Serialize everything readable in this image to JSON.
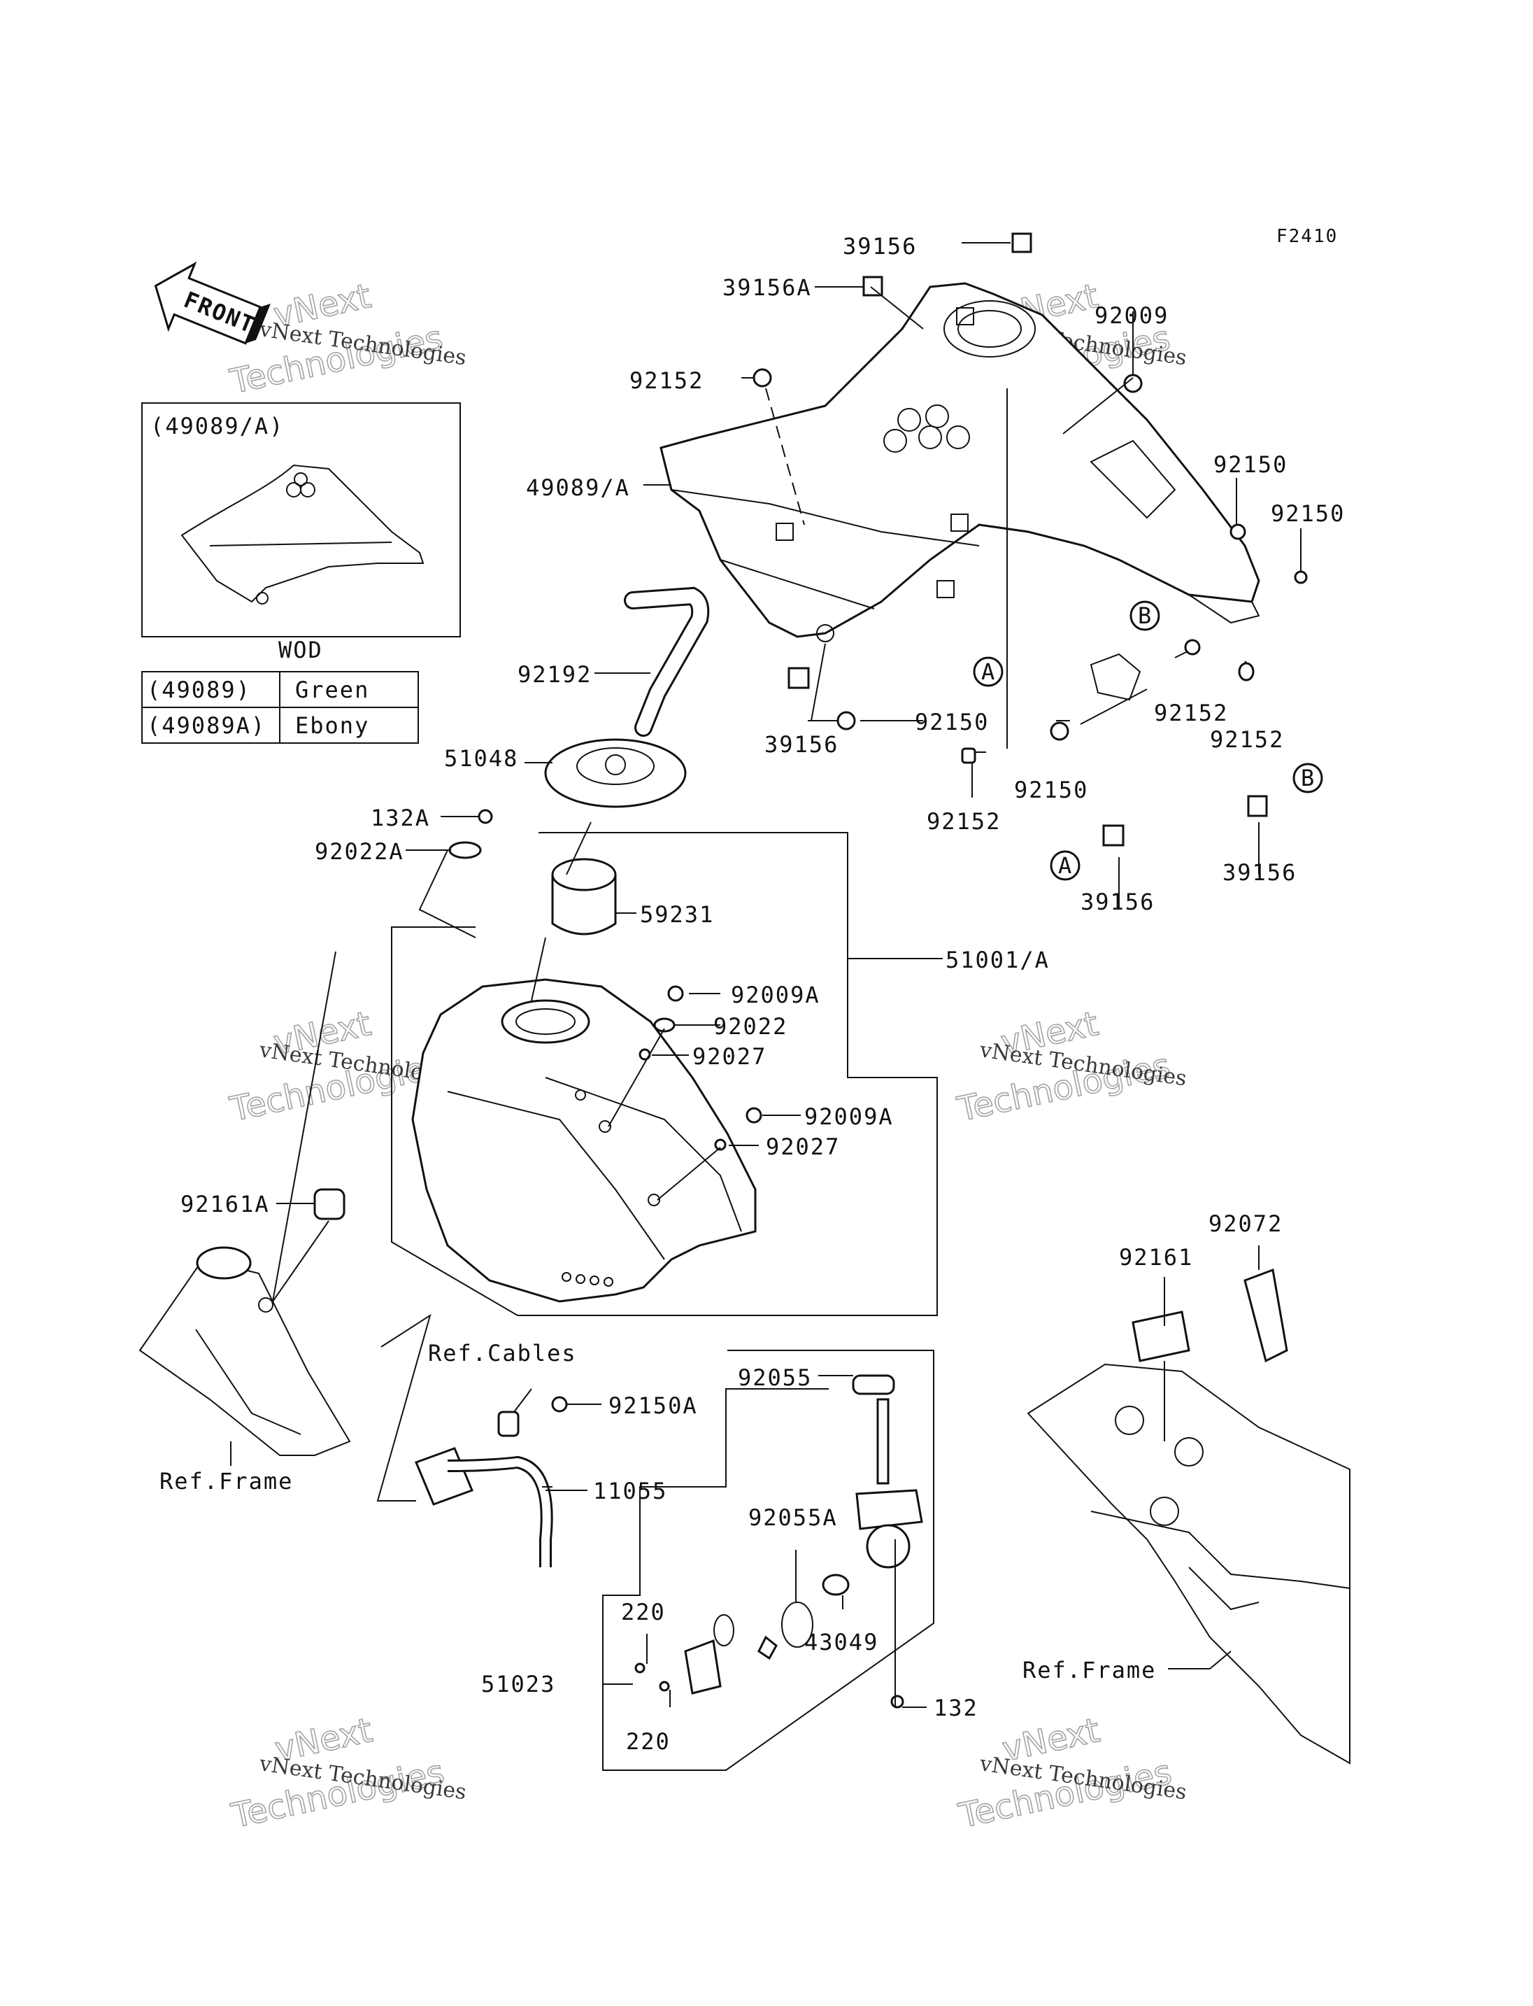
{
  "diagram_code": "F2410",
  "front_label": "FRONT",
  "watermark": {
    "company": "vNext Technologies",
    "brand_line1": "vNext",
    "brand_line2": "Technologies"
  },
  "inset": {
    "title": "(49089/A)",
    "caption": "WOD"
  },
  "color_table": [
    {
      "part": "(49089)",
      "color": "Green"
    },
    {
      "part": "(49089A)",
      "color": "Ebony"
    }
  ],
  "callouts": {
    "c39156_top": "39156",
    "c39156A": "39156A",
    "c92009": "92009",
    "c92152_top": "92152",
    "c49089A": "49089/A",
    "c92150_r1": "92150",
    "c92150_r2": "92150",
    "c92192": "92192",
    "c39156_mid": "39156",
    "c92150_mid": "92150",
    "c92152_r1": "92152",
    "c92152_r2": "92152",
    "c51048": "51048",
    "c92152_low": "92152",
    "c92150_low": "92150",
    "c132A": "132A",
    "c92022A": "92022A",
    "c39156_a": "39156",
    "c39156_b": "39156",
    "c59231": "59231",
    "c51001A": "51001/A",
    "c92009A_1": "92009A",
    "c92022": "92022",
    "c92027_1": "92027",
    "c92009A_2": "92009A",
    "c92027_2": "92027",
    "c92161A": "92161A",
    "c92072": "92072",
    "c92161": "92161",
    "ref_cables": "Ref.Cables",
    "c92150A": "92150A",
    "c92055": "92055",
    "ref_frame_left": "Ref.Frame",
    "c11055": "11055",
    "c92055A": "92055A",
    "c220_a": "220",
    "c43049": "43049",
    "c51023": "51023",
    "c132": "132",
    "c220_b": "220",
    "ref_frame_right": "Ref.Frame"
  },
  "markers": {
    "A1": "A",
    "B1": "B",
    "A2": "A",
    "B2": "B"
  }
}
